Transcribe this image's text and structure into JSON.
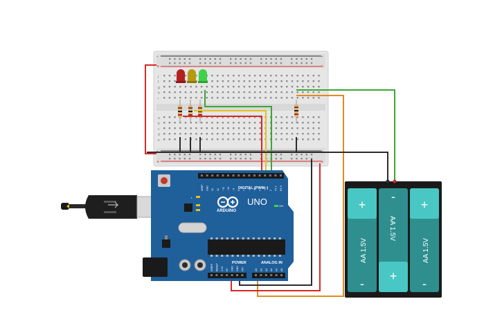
{
  "colors": {
    "board": "#1f5f9a",
    "board_dark": "#174e80",
    "breadboard": "#e6e6e6",
    "battery_cell": "#2f8f8f",
    "battery_cap": "#49c7c4",
    "wire_red": "#d62828",
    "wire_black": "#2b2b2b",
    "wire_green": "#3aa635",
    "wire_orange": "#e08a1e",
    "wire_yellow": "#e2c21b",
    "led_red": "#b42020",
    "led_yellow": "#b59a12",
    "led_green": "#3fd14a"
  },
  "breadboard": {
    "row_letters_top": [
      "f",
      "g",
      "h",
      "i",
      "j"
    ],
    "row_letters_bottom": [
      "a",
      "b",
      "c",
      "d",
      "e"
    ],
    "rail_plus": "+",
    "rail_minus": "-"
  },
  "arduino": {
    "brand": "ARDUINO",
    "model": "UNO",
    "digital_label": "DIGITAL (PWM~)",
    "power_label": "POWER",
    "analog_label": "ANALOG IN",
    "on_label": "ON",
    "tx_label": "TX",
    "rx_label": "RX",
    "l_label": "L",
    "analog_pins": [
      "A0",
      "A1",
      "A2",
      "A3",
      "A4",
      "A5"
    ],
    "power_pins": [
      "IOREF",
      "RESET",
      "3.3V",
      "5V",
      "GND",
      "GND",
      "VIN"
    ],
    "digital_pins": [
      "AREF",
      "GND",
      "13",
      "12",
      "~11",
      "~10",
      "~9",
      "8",
      "7",
      "~6",
      "~5",
      "4",
      "~3",
      "2",
      "TX 1",
      "RX 0"
    ]
  },
  "battery": {
    "cells": [
      {
        "label": "AA 1.5V",
        "plus": "+",
        "minus": "-"
      },
      {
        "label": "AA 1.5V",
        "plus": "+",
        "minus": "-"
      },
      {
        "label": "AA 1.5V",
        "plus": "+",
        "minus": "-"
      }
    ]
  }
}
